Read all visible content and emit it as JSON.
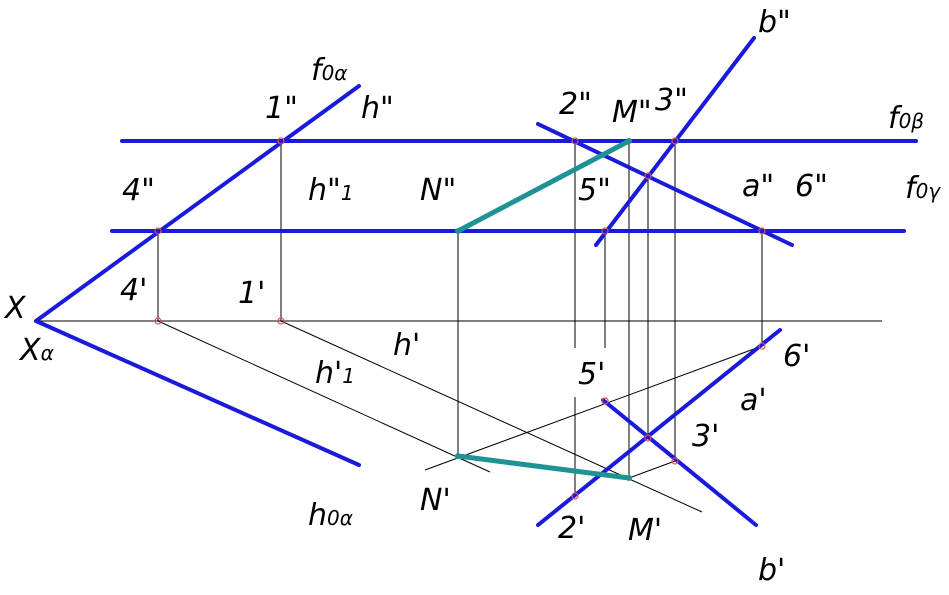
{
  "labels": {
    "f0a": "f",
    "f0a_sub": "0α",
    "h_dd": "h\"",
    "one_dd": "1\"",
    "two_dd": "2\"",
    "M_dd": "M\"",
    "three_dd": "3\"",
    "b_dd": "b\"",
    "f0b": "f",
    "f0b_sub": "0β",
    "four_dd": "4\"",
    "h1_dd": "h\"",
    "h1_dd_sub": "1",
    "N_dd": "N\"",
    "five_dd": "5\"",
    "a_dd": "a\"",
    "six_dd": "6\"",
    "f0g": "f",
    "f0g_sub": "0γ",
    "X": "X",
    "Xa": "X",
    "Xa_sub": "α",
    "four_d": "4'",
    "one_d": "1'",
    "h_d": "h'",
    "h1_d": "h'",
    "h1_d_sub": "1",
    "five_d": "5'",
    "six_d": "6'",
    "a_d": "a'",
    "three_d": "3'",
    "N_d": "N'",
    "two_d": "2'",
    "M_d": "M'",
    "b_d": "b'",
    "h0a": "h",
    "h0a_sub": "0α"
  },
  "colors": {
    "main_lines": "#1a1adb",
    "segment_MN": "#1f9393",
    "construction": "#000000",
    "points": "#e05050"
  }
}
